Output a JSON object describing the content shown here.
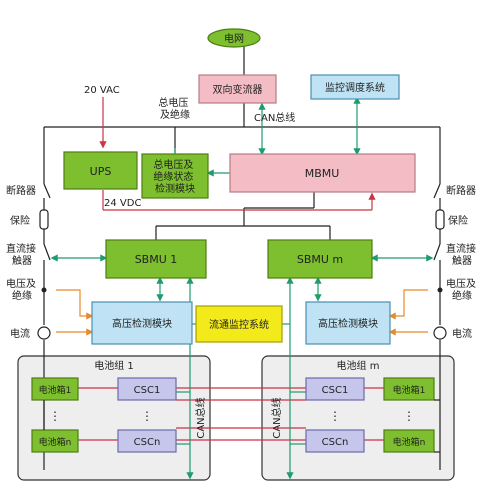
{
  "colors": {
    "green": "#7dbf2e",
    "green_stroke": "#4d7d12",
    "pink": "#f4bcc5",
    "pink_stroke": "#b97a86",
    "blue": "#bfe3f4",
    "blue_stroke": "#4a8fb2",
    "lavender": "#c6c6ec",
    "lavender_stroke": "#6b6ba8",
    "yellow": "#f3ea1b",
    "yellow_stroke": "#a69c00",
    "panel_fill": "#eeeeee",
    "bus_red": "#cc3344",
    "can_green": "#1f9c6e",
    "orange": "#e88a2a",
    "black": "#222222"
  },
  "labels": {
    "grid": "电网",
    "pcs": "双向变流器",
    "monitor": "监控调度系统",
    "vac": "20 VAC",
    "total_voltage_insulation_top": "总电压\n及绝缘",
    "can_bus_top": "CAN总线",
    "ups": "UPS",
    "total_module": "总电压及\n绝缘状态\n检测模块",
    "mbmu": "MBMU",
    "vdc": "24 VDC",
    "breaker_left": "断路器",
    "breaker_right": "断路器",
    "fuse_left": "保险",
    "fuse_right": "保险",
    "dc_contactor_left": "直流接\n触器",
    "dc_contactor_right": "直流接\n触器",
    "sbmu1": "SBMU 1",
    "sbmum": "SBMU m",
    "voltage_insulation_left": "电压及\n绝缘",
    "voltage_insulation_right": "电压及\n绝缘",
    "hv_left": "高压检测模块",
    "hv_right": "高压检测模块",
    "flow_monitor": "流通监控系统",
    "current_left": "电流",
    "current_right": "电流",
    "group1": "电池组 1",
    "groupm": "电池组 m",
    "box1_left": "电池箱1",
    "boxn_left": "电池箱n",
    "box1_right": "电池箱1",
    "boxn_right": "电池箱n",
    "csc1_left": "CSC1",
    "cscn_left": "CSCn",
    "csc1_right": "CSC1",
    "cscn_right": "CSCn",
    "can_bus_left": "CAN总线",
    "can_bus_right": "CAN总线",
    "dots": "⋮"
  }
}
